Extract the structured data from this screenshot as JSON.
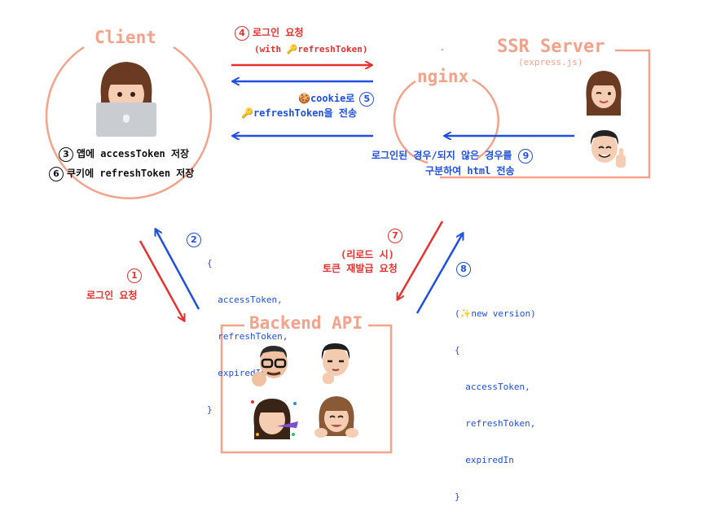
{
  "colors": {
    "salmon": "#f4a28a",
    "red": "#e5312f",
    "blue": "#1f4fe0"
  },
  "nodes": {
    "client": "Client",
    "ssr": "SSR Server",
    "ssr_sub": "(express.js)",
    "nginx": "nginx",
    "backend": "Backend API"
  },
  "steps": {
    "s1": {
      "num": "1",
      "text": "로그인 요청"
    },
    "s2": {
      "num": "2",
      "lines": [
        "{",
        "  accessToken,",
        "  refreshToken,",
        "  expiredIn",
        "}"
      ]
    },
    "s3": {
      "num": "3",
      "text": "앱에 accessToken 저장"
    },
    "s4": {
      "num": "4",
      "text": "로그인 요청",
      "sub": "(with 🔑refreshToken)"
    },
    "s5": {
      "num": "5",
      "line1": "🍪cookie로",
      "line2": "🔑refreshToken을 전송"
    },
    "s6": {
      "num": "6",
      "text": "쿠키에 refreshToken 저장"
    },
    "s7": {
      "num": "7",
      "line1": "(리로드 시)",
      "line2": "토큰 재발급 요청"
    },
    "s8": {
      "num": "8",
      "lines": [
        "(✨new version)",
        "{",
        "  accessToken,",
        "  refreshToken,",
        "  expiredIn",
        "}"
      ]
    },
    "s9": {
      "num": "9",
      "line1": "로그인된 경우/되지 않은 경우를",
      "line2": "구분하여 html 전송"
    }
  },
  "icons": [
    "laptop-user-avatar",
    "ssr-avatar-woman",
    "ssr-avatar-man",
    "backend-avatar-glasses",
    "backend-avatar-thinking",
    "backend-avatar-party",
    "backend-avatar-cheer"
  ]
}
